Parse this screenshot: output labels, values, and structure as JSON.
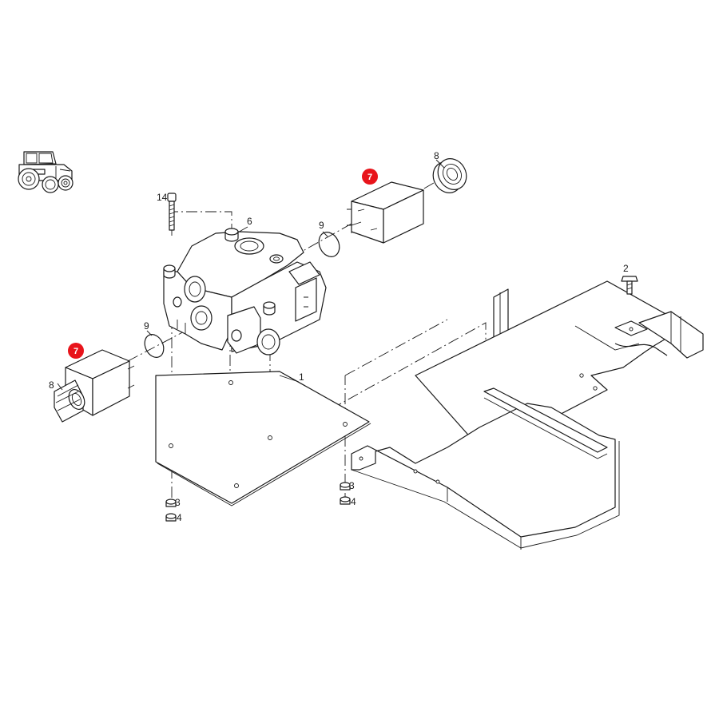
{
  "callouts": {
    "c1": "1",
    "c2": "2",
    "c3a": "3",
    "c3b": "3",
    "c4a": "4",
    "c4b": "4",
    "c6": "6",
    "c7a": "7",
    "c7b": "7",
    "c8a": "8",
    "c8b": "8",
    "c9a": "9",
    "c9b": "9",
    "c14": "14"
  },
  "colors": {
    "highlight": "#e8141b",
    "line": "#1a1a1a",
    "background": "#ffffff"
  },
  "icons": {
    "thumbnail": "tractor-icon"
  }
}
